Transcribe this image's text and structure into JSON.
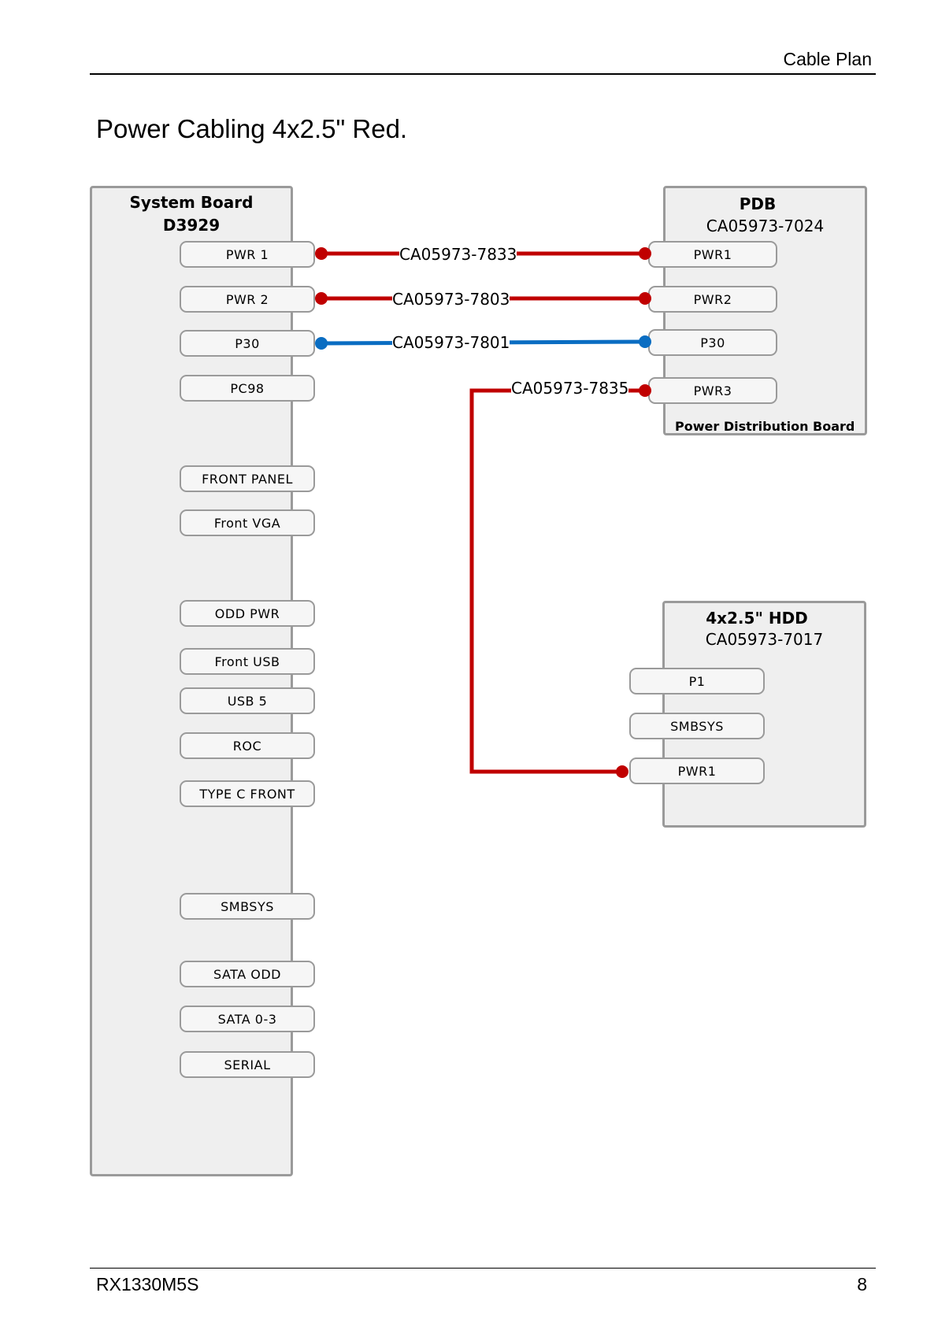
{
  "header": {
    "section": "Cable Plan"
  },
  "page_title": "Power Cabling 4x2.5\" Red.",
  "footer": {
    "model": "RX1330M5S",
    "page_number": "8"
  },
  "colors": {
    "red_cable": "#c00000",
    "blue_cable": "#0a6dc2",
    "board_fill": "#efefef",
    "board_border": "#9a9a9a"
  },
  "system_board": {
    "title": "System Board",
    "part": "D3929",
    "connectors": {
      "pwr1": "PWR 1",
      "pwr2": "PWR 2",
      "p30": "P30",
      "pc98": "PC98",
      "front_panel": "FRONT PANEL",
      "front_vga": "Front VGA",
      "odd_pwr": "ODD PWR",
      "front_usb": "Front USB",
      "usb5": "USB 5",
      "roc": "ROC",
      "type_c_front": "TYPE C FRONT",
      "smbsys": "SMBSYS",
      "sata_odd": "SATA ODD",
      "sata_0_3": "SATA 0-3",
      "serial": "SERIAL"
    }
  },
  "pdb": {
    "title": "PDB",
    "part": "CA05973-7024",
    "footer": "Power Distribution Board",
    "connectors": {
      "pwr1": "PWR1",
      "pwr2": "PWR2",
      "p30": "P30",
      "pwr3": "PWR3"
    }
  },
  "hdd": {
    "title": "4x2.5\" HDD",
    "part": "CA05973-7017",
    "connectors": {
      "p1": "P1",
      "smbsys": "SMBSYS",
      "pwr1": "PWR1"
    }
  },
  "cables": {
    "c7833": "CA05973-7833",
    "c7803": "CA05973-7803",
    "c7801": "CA05973-7801",
    "c7835": "CA05973-7835"
  }
}
